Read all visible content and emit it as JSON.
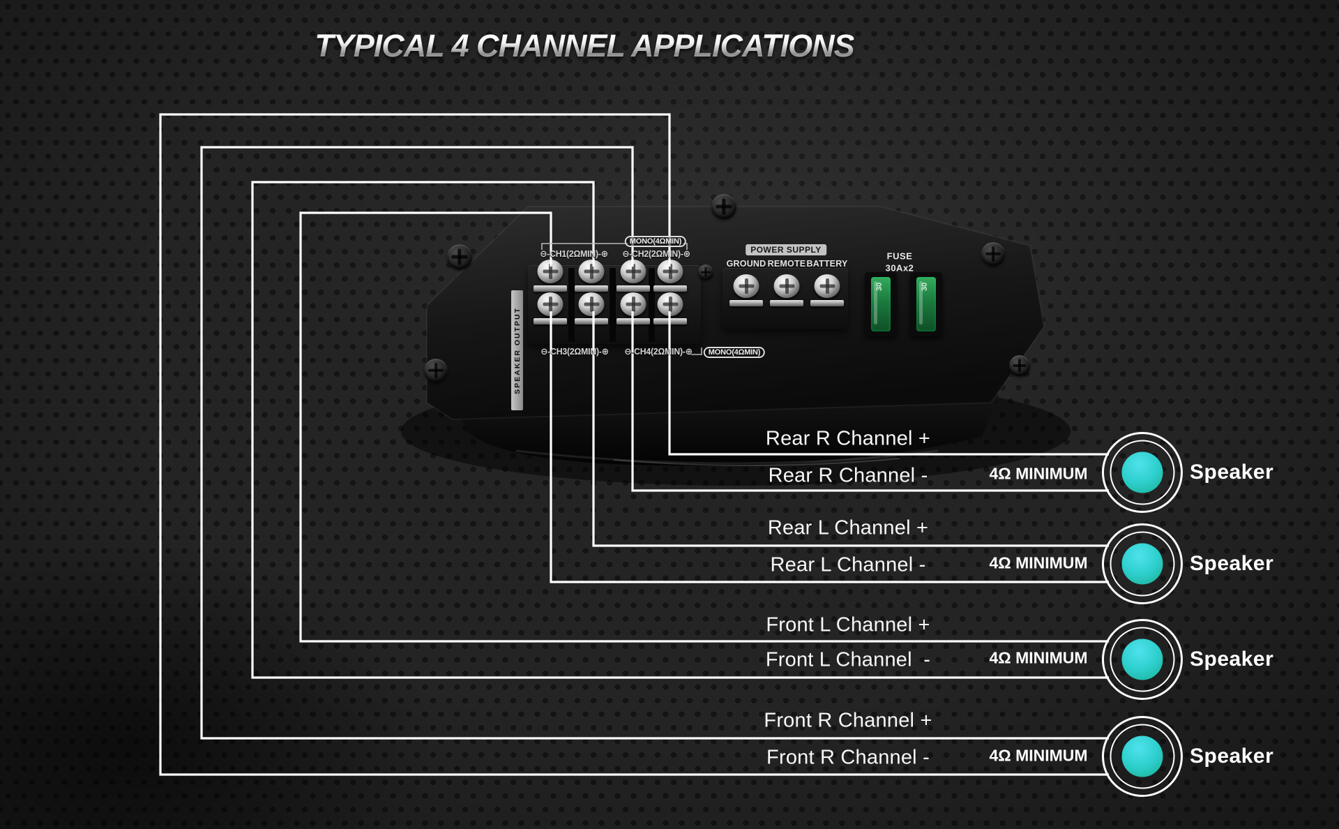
{
  "title": "TYPICAL 4 CHANNEL APPLICATIONS",
  "amp": {
    "speaker_output": "SPEAKER OUTPUT",
    "mono_top": "MONO(4ΩMIN)",
    "mono_bottom": "MONO(4ΩMIN)",
    "channels": {
      "ch1": "⊖-CH1(2ΩMIN)-⊕",
      "ch2": "⊖-CH2(2ΩMIN)-⊕",
      "ch3": "⊖-CH3(2ΩMIN)-⊕",
      "ch4": "⊖-CH4(2ΩMIN)-⊕"
    },
    "power_supply": {
      "label": "POWER SUPPLY",
      "ground": "GROUND",
      "remote": "REMOTE",
      "battery": "BATTERY"
    },
    "fuse": {
      "label": "FUSE",
      "rating": "30Ax2",
      "value": "30"
    }
  },
  "connections": [
    {
      "plus": "Rear R Channel +",
      "minus": "Rear R Channel -",
      "impedance": "4Ω MINIMUM",
      "speaker": "Speaker"
    },
    {
      "plus": "Rear L Channel +",
      "minus": "Rear L Channel -",
      "impedance": "4Ω MINIMUM",
      "speaker": "Speaker"
    },
    {
      "plus": "Front L Channel +",
      "minus": "Front L Channel  -",
      "impedance": "4Ω MINIMUM",
      "speaker": "Speaker"
    },
    {
      "plus": "Front R Channel +",
      "minus": "Front R Channel -",
      "impedance": "4Ω MINIMUM",
      "speaker": "Speaker"
    }
  ],
  "colors": {
    "background": "#242424",
    "wire": "#ffffff",
    "speaker_teal": "#2fd0cf",
    "title_silver": "#d9d9d9"
  }
}
